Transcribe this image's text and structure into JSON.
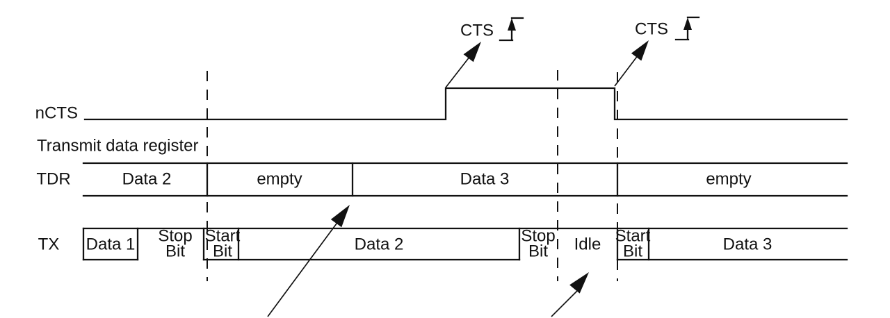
{
  "diagram": {
    "row_labels": {
      "ncts": "nCTS",
      "tdr_caption": "Transmit data register",
      "tdr": "TDR",
      "tx": "TX"
    },
    "cts_annotations": [
      {
        "label": "CTS",
        "icon": "rising-edge"
      },
      {
        "label": "CTS",
        "icon": "rising-edge"
      }
    ],
    "tdr_cells": [
      {
        "label": "Data 2"
      },
      {
        "label": "empty"
      },
      {
        "label": "Data 3"
      },
      {
        "label": "empty"
      }
    ],
    "tx_cells": [
      {
        "label": "Data 1"
      },
      {
        "label": "Stop Bit",
        "line1": "Stop",
        "line2": "Bit"
      },
      {
        "label": "Start Bit",
        "line1": "Start",
        "line2": "Bit"
      },
      {
        "label": "Data 2"
      },
      {
        "label": "Stop Bit",
        "line1": "Stop",
        "line2": "Bit"
      },
      {
        "label": "Idle"
      },
      {
        "label": "Start Bit",
        "line1": "Start",
        "line2": "Bit"
      },
      {
        "label": "Data 3"
      }
    ],
    "colors": {
      "ink": "#111111",
      "background": "#ffffff"
    }
  }
}
